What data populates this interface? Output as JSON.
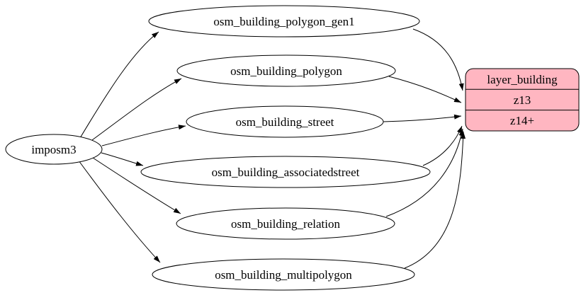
{
  "diagram": {
    "source": {
      "label": "imposm3"
    },
    "tables": [
      {
        "label": "osm_building_polygon_gen1"
      },
      {
        "label": "osm_building_polygon"
      },
      {
        "label": "osm_building_street"
      },
      {
        "label": "osm_building_associatedstreet"
      },
      {
        "label": "osm_building_relation"
      },
      {
        "label": "osm_building_multipolygon"
      }
    ],
    "layer": {
      "title": "layer_building",
      "zoom_rows": [
        "z13",
        "z14+"
      ],
      "fill_color": "#ffb6c1"
    },
    "colors": {
      "stroke": "#000000",
      "node_fill": "#ffffff",
      "background": "#ffffff"
    }
  }
}
